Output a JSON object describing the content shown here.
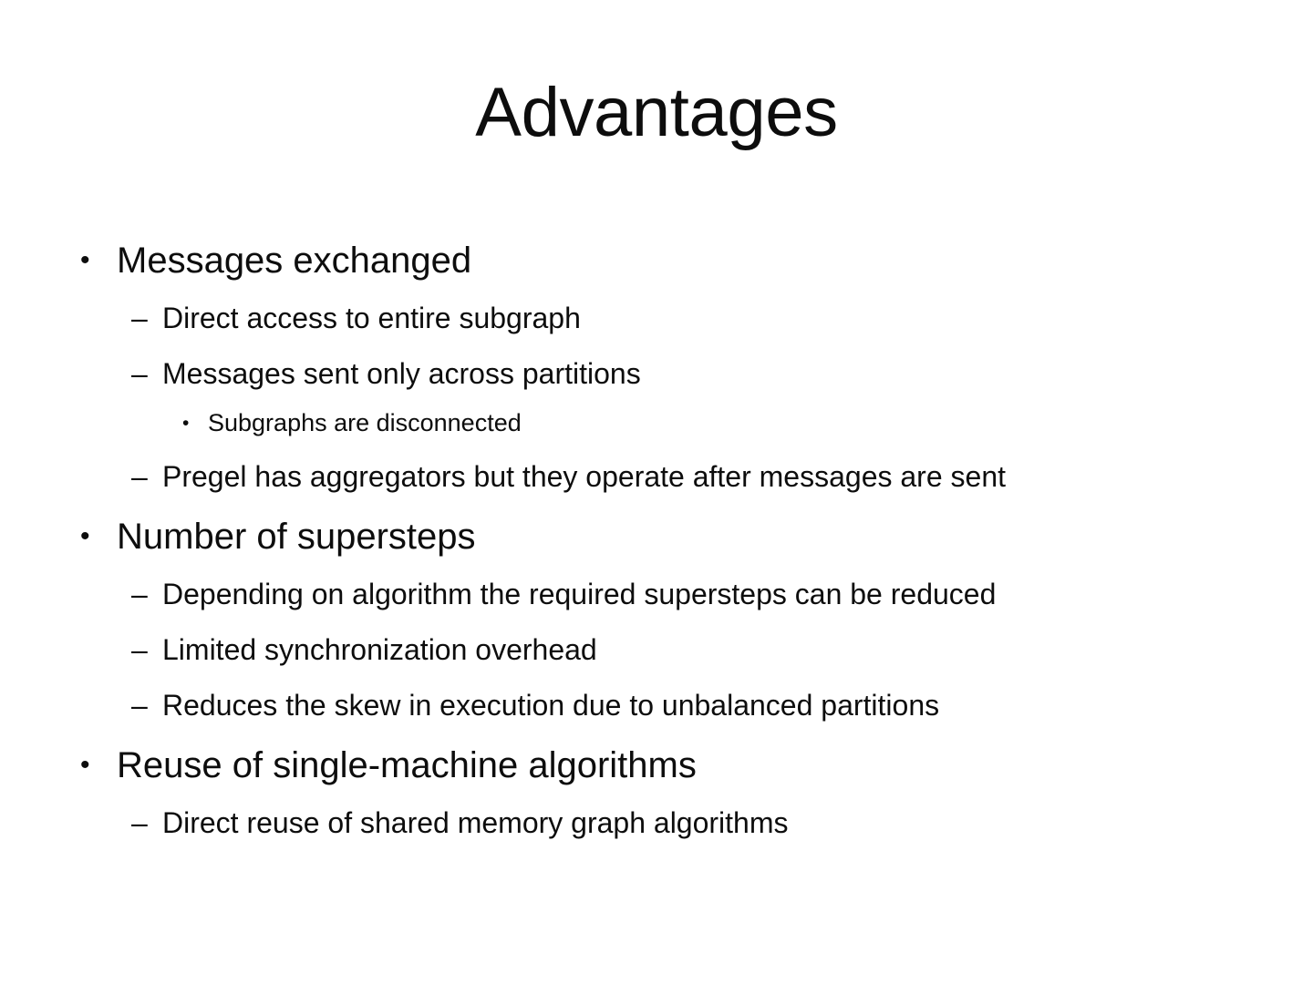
{
  "slide": {
    "title": "Advantages",
    "background_color": "#ffffff",
    "text_color": "#0d0d0d",
    "bullet_glyph_level1": "•",
    "bullet_glyph_level2": "–",
    "bullet_glyph_level3": "•"
  },
  "outline": [
    {
      "level": 1,
      "text": "Messages exchanged"
    },
    {
      "level": 2,
      "text": "Direct access to entire subgraph"
    },
    {
      "level": 2,
      "text": "Messages sent only across partitions"
    },
    {
      "level": 3,
      "text": "Subgraphs are disconnected"
    },
    {
      "level": 2,
      "text": "Pregel has aggregators but they operate after messages are sent"
    },
    {
      "level": 1,
      "text": "Number of supersteps"
    },
    {
      "level": 2,
      "text": "Depending on algorithm the required supersteps can be reduced"
    },
    {
      "level": 2,
      "text": "Limited synchronization overhead"
    },
    {
      "level": 2,
      "text": "Reduces the skew in execution due to unbalanced partitions"
    },
    {
      "level": 1,
      "text": "Reuse of single-machine algorithms"
    },
    {
      "level": 2,
      "text": "Direct reuse of shared memory graph algorithms"
    }
  ]
}
